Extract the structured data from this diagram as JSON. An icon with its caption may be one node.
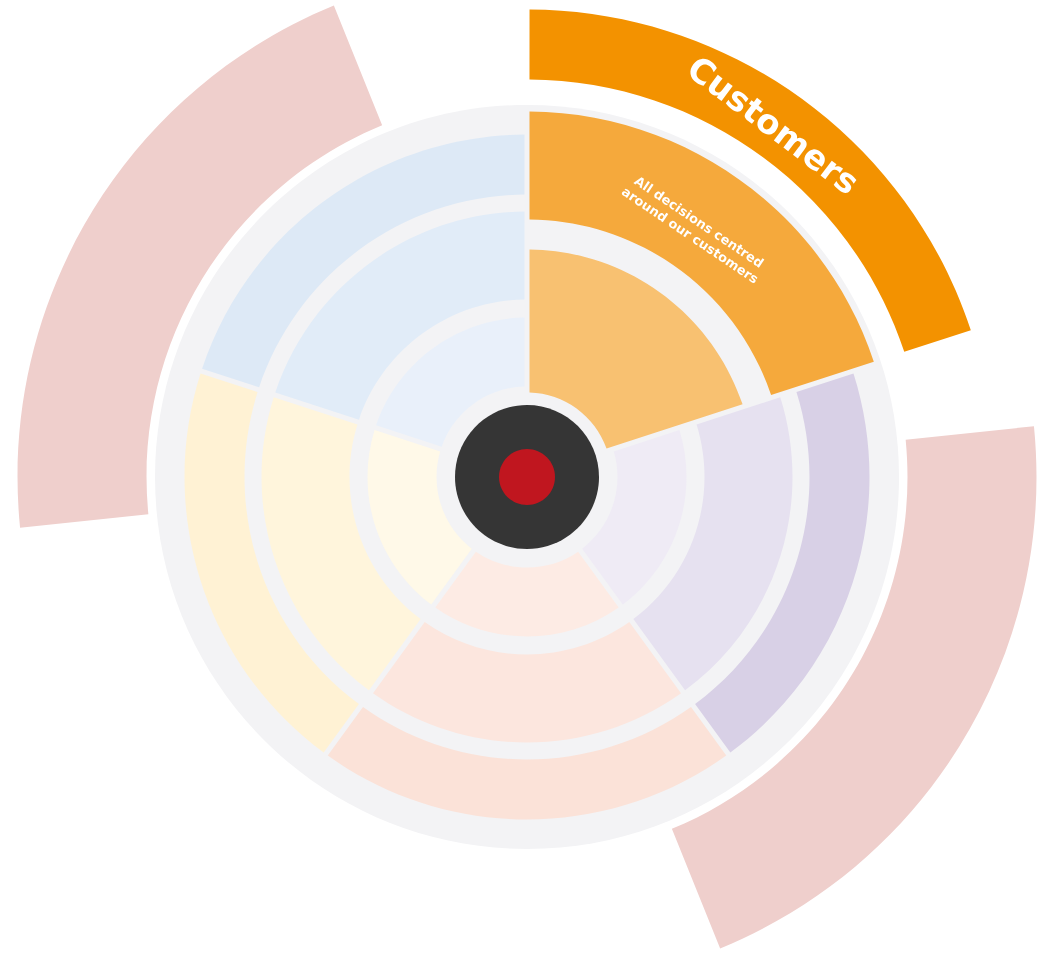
{
  "diagram": {
    "nodes": [
      {
        "text": [
          "Customers"
        ]
      },
      {
        "text": [
          "All decisions centred around our customers"
        ]
      },
      {
        "text": [],
        "shape": "sector"
      },
      {
        "text": [],
        "shape": "band"
      },
      {
        "text": [],
        "shape": "band"
      },
      {
        "text": [],
        "shape": "band"
      },
      {
        "text": [],
        "shape": "band"
      },
      {
        "text": [],
        "shape": "band"
      },
      {
        "text": [],
        "shape": "band"
      },
      {
        "text": [],
        "shape": "band"
      },
      {
        "text": [],
        "shape": "band"
      },
      {
        "text": [],
        "shape": "band"
      },
      {
        "text": [],
        "shape": "band"
      },
      {
        "text": [],
        "shape": "band"
      },
      {
        "text": [],
        "shape": "band"
      },
      {
        "text": [],
        "shape": "band"
      },
      {
        "text": [],
        "shape": "band"
      },
      {
        "text": [],
        "shape": "circle"
      }
    ]
  }
}
